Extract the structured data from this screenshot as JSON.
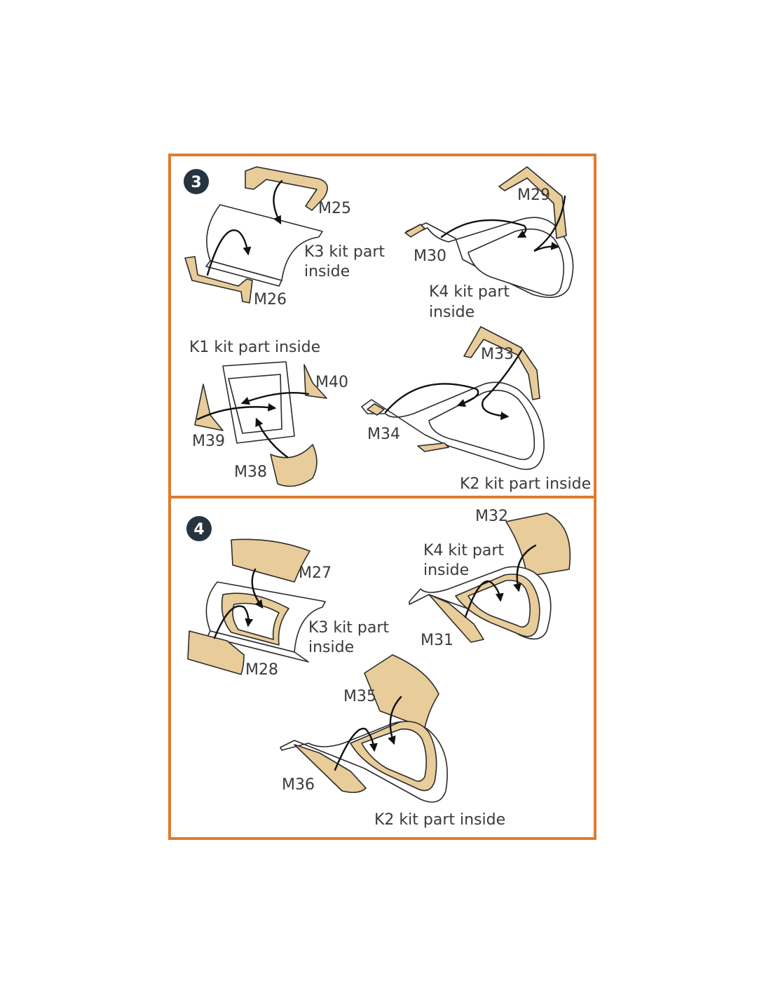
{
  "colors": {
    "frame": "#e07b2c",
    "badge": "#26343f",
    "photo_etch": "#e8cc9a",
    "line": "#2b2b2b"
  },
  "step3": {
    "number": "3",
    "labels": {
      "m25": "M25",
      "m26": "M26",
      "k3_line1": "K3 kit part",
      "k3_line2": "inside",
      "m29": "M29",
      "m30": "M30",
      "k4_line1": "K4 kit part",
      "k4_line2": "inside",
      "k1": "K1 kit part inside",
      "m40": "M40",
      "m39": "M39",
      "m38": "M38",
      "m33": "M33",
      "m34": "M34",
      "k2": "K2 kit part inside"
    }
  },
  "step4": {
    "number": "4",
    "labels": {
      "m27": "M27",
      "m28": "M28",
      "k3_line1": "K3 kit part",
      "k3_line2": "inside",
      "m32": "M32",
      "k4_line1": "K4 kit part",
      "k4_line2": "inside",
      "m31": "M31",
      "m35": "M35",
      "m36": "M36",
      "k2": "K2 kit part inside"
    }
  }
}
